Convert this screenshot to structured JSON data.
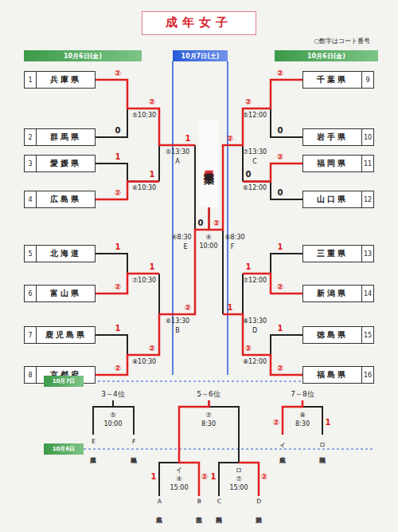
{
  "diagram": {
    "title": "成年女子",
    "nodes": [
      {
        "text": [
          "10月6日(金)"
        ]
      },
      {
        "text": [
          "10月7日(土)"
        ]
      },
      {
        "text": [
          "10月6日(金)"
        ]
      },
      {
        "text": [
          "1",
          "兵庫県"
        ]
      },
      {
        "text": [
          "2",
          "群馬県"
        ]
      },
      {
        "text": [
          "3",
          "愛媛県"
        ]
      },
      {
        "text": [
          "4",
          "広島県"
        ]
      },
      {
        "text": [
          "5",
          "北海道"
        ]
      },
      {
        "text": [
          "6",
          "富山県"
        ]
      },
      {
        "text": [
          "7",
          "鹿児島県"
        ]
      },
      {
        "text": [
          "8",
          "京都府"
        ]
      },
      {
        "text": [
          "優勝",
          "千葉県"
        ]
      },
      {
        "text": [
          "千葉県",
          "9"
        ]
      },
      {
        "text": [
          "岩手県",
          "10"
        ]
      },
      {
        "text": [
          "福岡県",
          "11"
        ]
      },
      {
        "text": [
          "山口県",
          "12"
        ]
      },
      {
        "text": [
          "三重県",
          "13"
        ]
      },
      {
        "text": [
          "新潟県",
          "14"
        ]
      },
      {
        "text": [
          "徳島県",
          "15"
        ]
      },
      {
        "text": [
          "福島県",
          "16"
        ]
      },
      {
        "text": [
          "10月7日"
        ]
      },
      {
        "text": [
          "10月6日"
        ]
      }
    ],
    "edges": [
      {
        "from": 3,
        "to": 4,
        "arrow": "none"
      },
      {
        "from": 5,
        "to": 6,
        "arrow": "none"
      },
      {
        "from": 7,
        "to": 8,
        "arrow": "none"
      },
      {
        "from": 9,
        "to": 10,
        "arrow": "none"
      },
      {
        "from": 12,
        "to": 13,
        "arrow": "none"
      },
      {
        "from": 14,
        "to": 15,
        "arrow": "none"
      },
      {
        "from": 16,
        "to": 17,
        "arrow": "none"
      },
      {
        "from": 18,
        "to": 19,
        "arrow": "none"
      }
    ],
    "labels": [
      "○数字はコート番号",
      "②",
      "0",
      "1",
      "②",
      "1",
      "②",
      "1",
      "②",
      "⑤10:30",
      "⑥10:30",
      "⑦10:30",
      "⑧10:30",
      "②",
      "1",
      "1",
      "②",
      "⑤13:30",
      "A",
      "⑥13:30",
      "B",
      "1",
      "②",
      "④8:30",
      "E",
      "0",
      "②",
      "④",
      "10:00",
      "②",
      "0",
      "②",
      "0",
      "1",
      "②",
      "1",
      "②",
      "⑤12:00",
      "⑥12:00",
      "⑦12:00",
      "⑧12:00",
      "②",
      "0",
      "1",
      "②",
      "⑦13:30",
      "C",
      "⑧13:30",
      "D",
      "②",
      "1",
      "⑥8:30",
      "F",
      "3～4位",
      "⑤",
      "10:00",
      "E 兵庫県",
      "F 福島県",
      "5～6位",
      "⑦",
      "8:30",
      "7～8位",
      "⑧",
      "8:30",
      "イ 広島県",
      "ロ 福岡県",
      "②",
      "1",
      "イ",
      "④",
      "15:00",
      "ロ",
      "⑦",
      "15:00",
      "1",
      "②",
      "1",
      "②",
      "A 広島県",
      "B 富山県",
      "C 福岡県",
      "D 新潟県"
    ]
  }
}
